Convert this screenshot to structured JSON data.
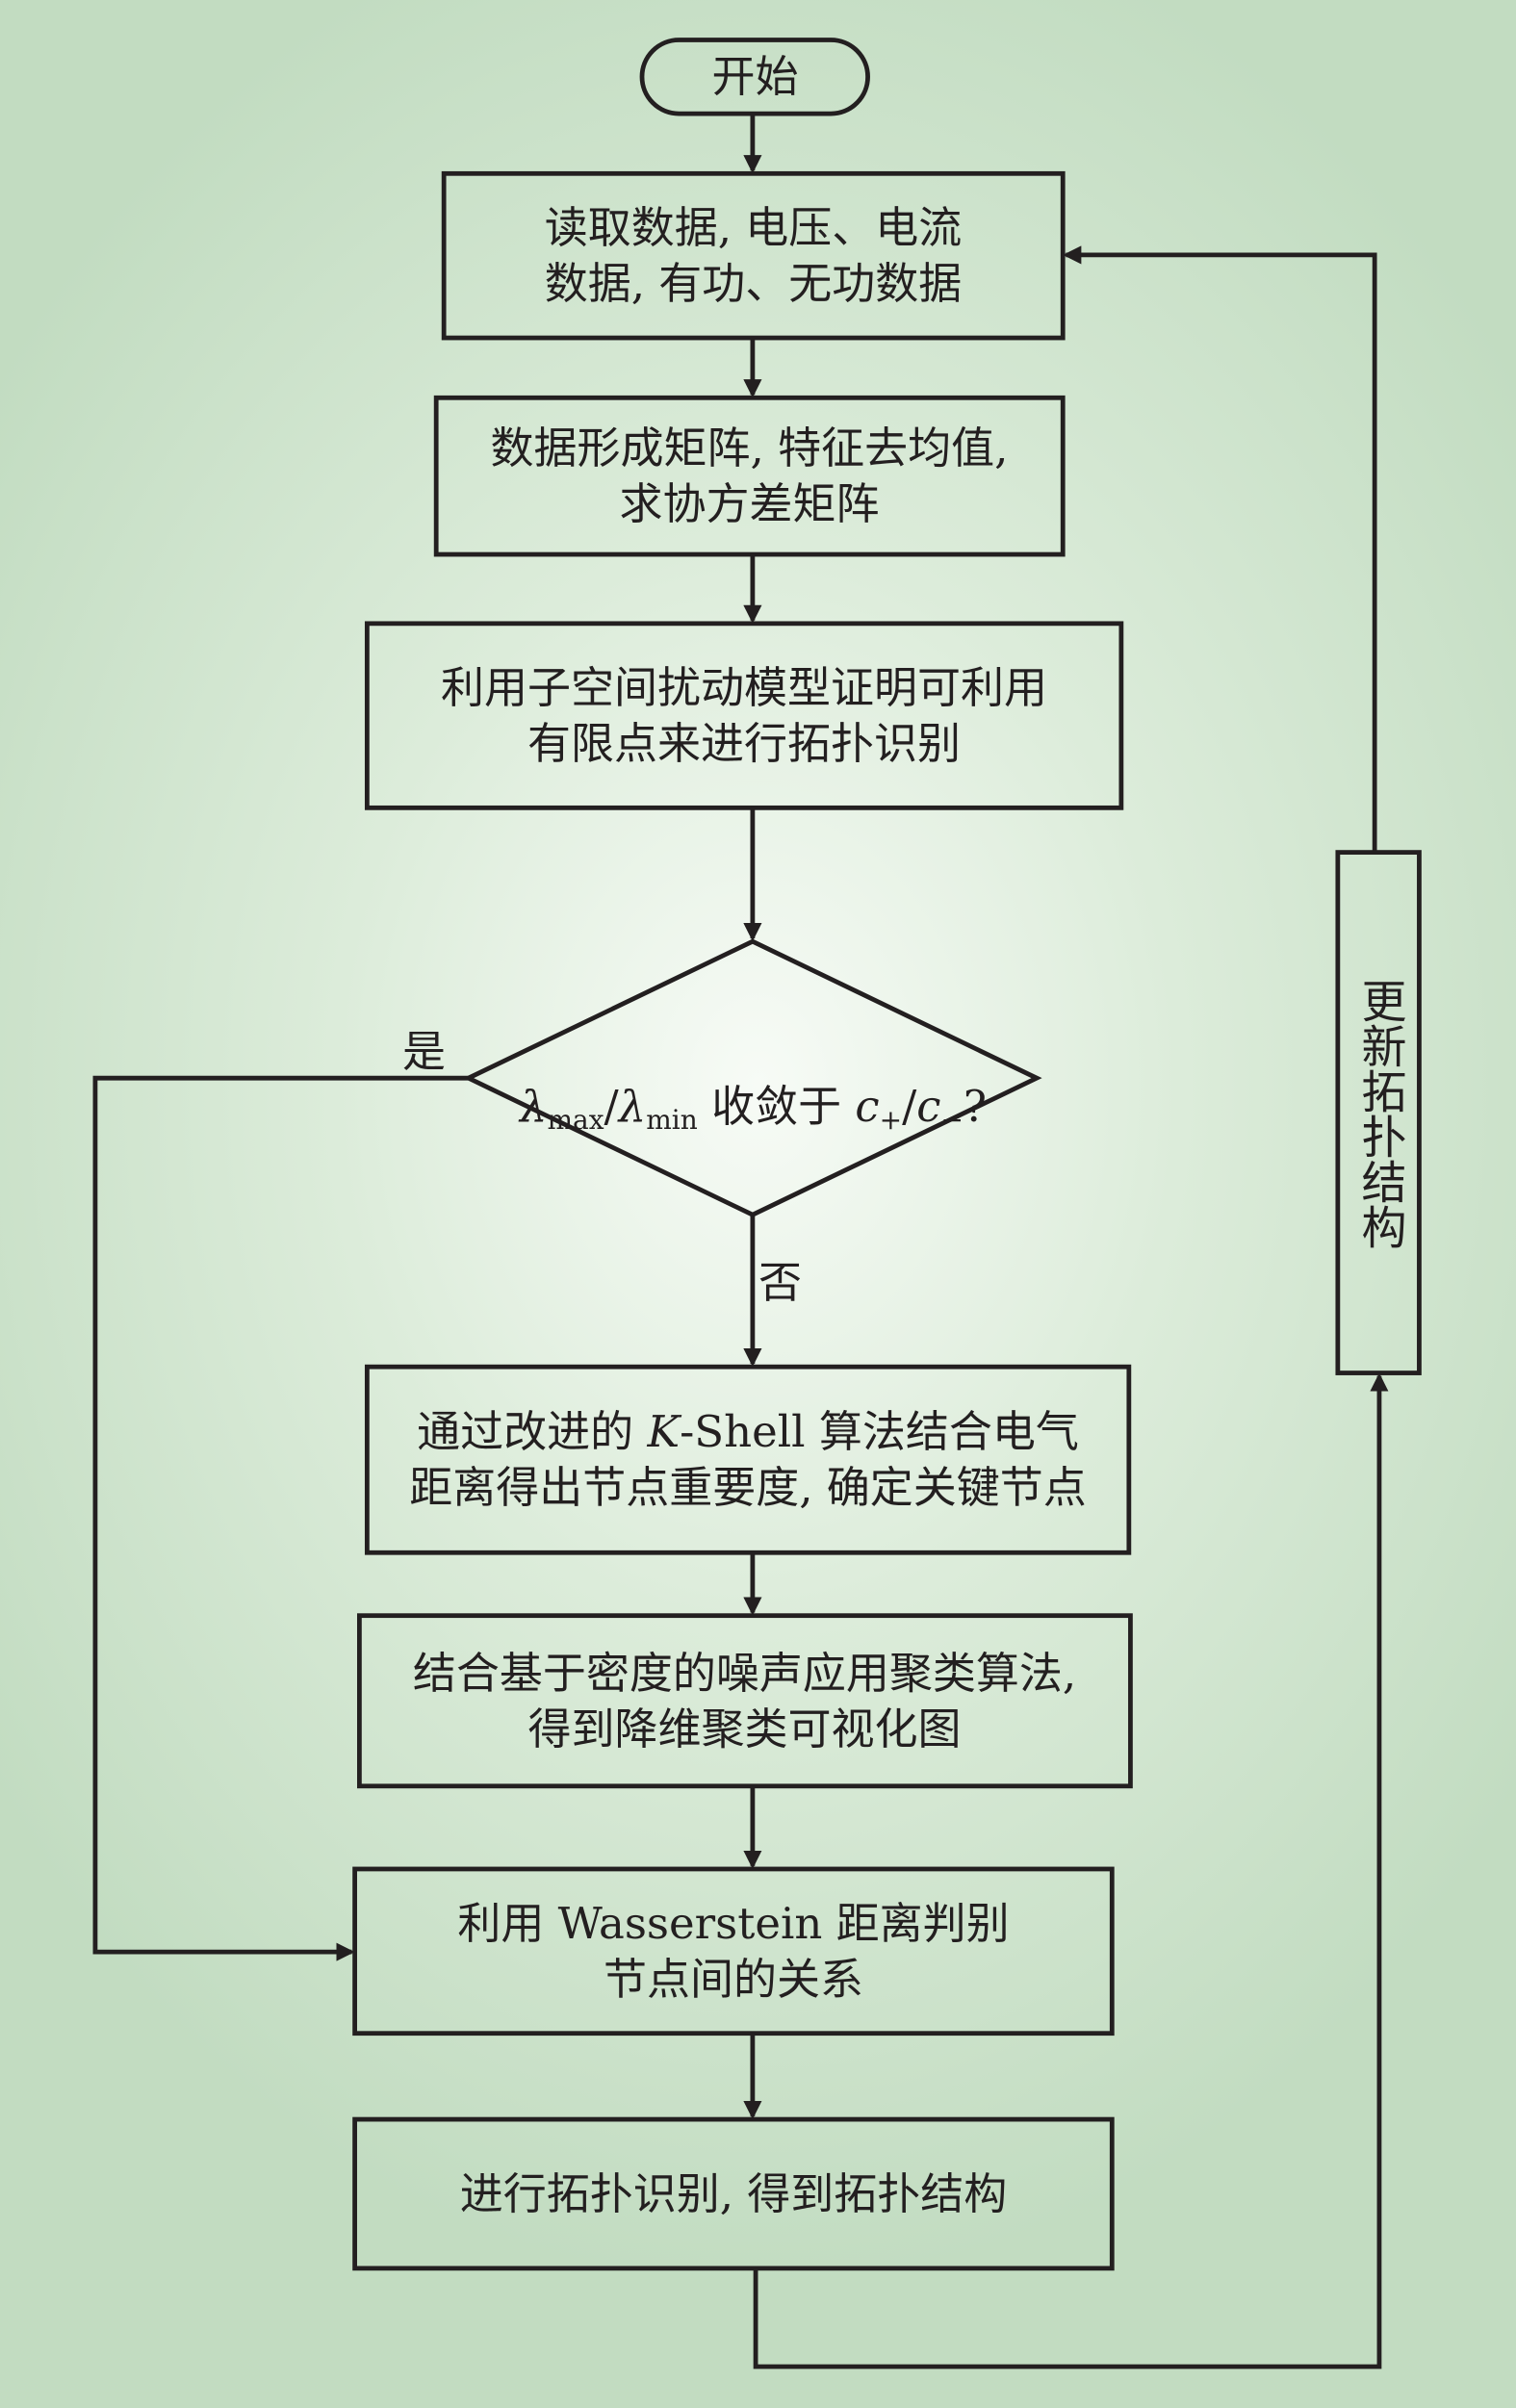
{
  "nodes": {
    "start": "开始",
    "read_data": "读取数据, 电压、电流\n数据, 有功、无功数据",
    "matrix": "数据形成矩阵, 特征去均值,\n求协方差矩阵",
    "subspace": "利用子空间扰动模型证明可利用\n有限点来进行拓扑识别",
    "decision": {
      "lambda": "λ",
      "sub_max": "max",
      "slash": "/",
      "sub_min": "min",
      "middle": " 收敛于 ",
      "c": "c",
      "sub_plus": "+",
      "sub_minus": "−",
      "question": "?"
    },
    "kshell_line1_a": "通过改进的 ",
    "kshell_line1_k": "K",
    "kshell_line1_b": "-Shell 算法结合电气",
    "kshell_line2": "距离得出节点重要度, 确定关键节点",
    "dbscan": "结合基于密度的噪声应用聚类算法,\n得到降维聚类可视化图",
    "wasserstein": "利用 Wasserstein 距离判别\n节点间的关系",
    "identify": "进行拓扑识别, 得到拓扑结构",
    "update": "更新拓扑结构"
  },
  "edge_labels": {
    "yes": "是",
    "no": "否"
  }
}
